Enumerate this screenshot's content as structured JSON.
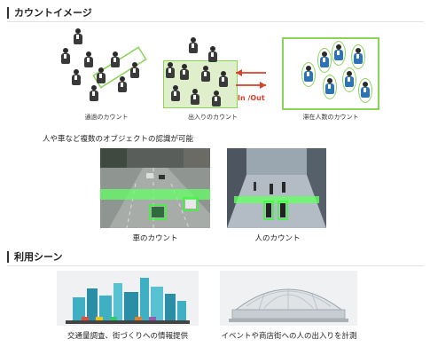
{
  "sections": {
    "count_image": {
      "title": "カウントイメージ"
    },
    "usage_scenes": {
      "title": "利用シーン"
    }
  },
  "count_panels": [
    {
      "label": "通過のカウント"
    },
    {
      "label": "出入りのカウント",
      "inout_label": "In /Out"
    },
    {
      "label": "滞在人数のカウント"
    }
  ],
  "multi_object_heading": "人や車など複数のオブジェクトの認識が可能",
  "photos": [
    {
      "label": "車のカウント"
    },
    {
      "label": "人のカウント"
    }
  ],
  "usage": [
    {
      "label": "交通量調査、街づくりへの情報提供"
    },
    {
      "label": "イベントや商店街への人の出入りを計測"
    }
  ],
  "colors": {
    "accent_green": "#8bd45a",
    "arrow_red": "#d9412a",
    "inout_text": "#d9412a",
    "city_teal": "#3fb0c4",
    "overlay_green": "#66ff66"
  }
}
